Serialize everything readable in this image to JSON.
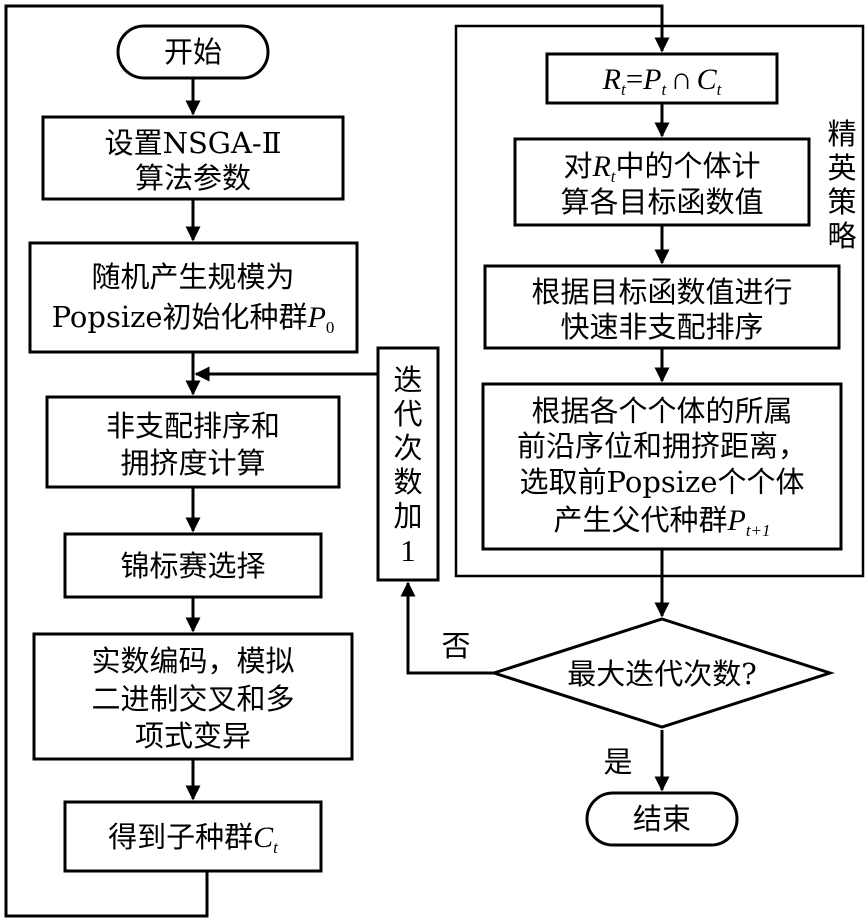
{
  "nodes": {
    "start": "开始",
    "set_params_1": "设置NSGA-Ⅱ",
    "set_params_2": "算法参数",
    "init_pop_1": "随机产生规模为",
    "init_pop_2_word": "Popsize初始化种群",
    "init_pop_2_var": "P",
    "init_pop_2_sub": "0",
    "nds_1": "非支配排序和",
    "nds_2": "拥挤度计算",
    "tournament": "锦标赛选择",
    "encode_1": "实数编码，模拟",
    "encode_2": "二进制交叉和多",
    "encode_3": "项式变异",
    "offspring_word": "得到子种群",
    "offspring_var": "C",
    "offspring_sub": "t",
    "merge_R": "R",
    "merge_R_sub": "t",
    "merge_eq": "=",
    "merge_P": "P",
    "merge_P_sub": "t",
    "merge_cap": "∩",
    "merge_C": "C",
    "merge_C_sub": "t",
    "eval_1_pre": "对",
    "eval_1_var": "R",
    "eval_1_sub": "t",
    "eval_1_post": "中的个体计",
    "eval_2": "算各目标函数值",
    "fnds_1": "根据目标函数值进行",
    "fnds_2": "快速非支配排序",
    "select_1": "根据各个个体的所属",
    "select_2": "前沿序位和拥挤距离，",
    "select_3": "选取前Popsize个个体",
    "select_4_word": "产生父代种群",
    "select_4_var": "P",
    "select_4_sub": "t+1",
    "decision": "最大迭代次数?",
    "end": "结束",
    "iter_chars": [
      "迭",
      "代",
      "次",
      "数",
      "加",
      "1"
    ],
    "elite_chars": [
      "精",
      "英",
      "策",
      "略"
    ],
    "label_no": "否",
    "label_yes": "是"
  }
}
